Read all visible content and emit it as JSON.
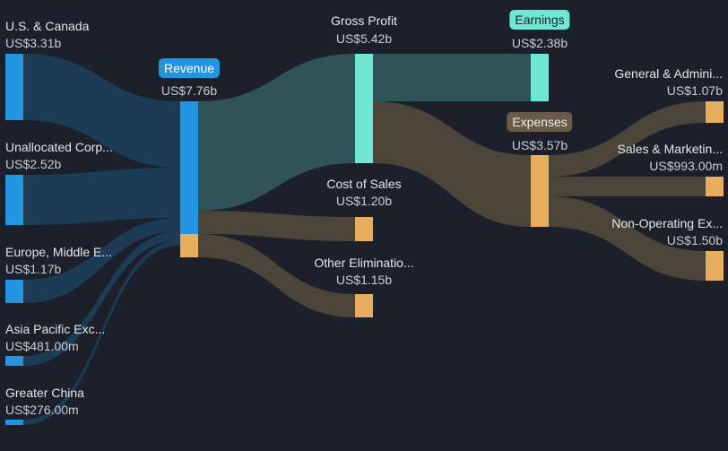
{
  "chart_data": {
    "type": "sankey",
    "currency": "US$",
    "nodes": [
      {
        "id": "us",
        "label": "U.S. & Canada",
        "value_text": "US$3.31b",
        "value": 3.31
      },
      {
        "id": "unalloc",
        "label": "Unallocated Corp...",
        "value_text": "US$2.52b",
        "value": 2.52
      },
      {
        "id": "emea",
        "label": "Europe, Middle E...",
        "value_text": "US$1.17b",
        "value": 1.17
      },
      {
        "id": "apac",
        "label": "Asia Pacific Exc...",
        "value_text": "US$481.00m",
        "value": 0.481
      },
      {
        "id": "china",
        "label": "Greater China",
        "value_text": "US$276.00m",
        "value": 0.276
      },
      {
        "id": "revenue",
        "label": "Revenue",
        "value_text": "US$7.76b",
        "value": 7.76
      },
      {
        "id": "gp",
        "label": "Gross Profit",
        "value_text": "US$5.42b",
        "value": 5.42
      },
      {
        "id": "cos",
        "label": "Cost of Sales",
        "value_text": "US$1.20b",
        "value": 1.2
      },
      {
        "id": "other",
        "label": "Other Eliminatio...",
        "value_text": "US$1.15b",
        "value": 1.15
      },
      {
        "id": "earnings",
        "label": "Earnings",
        "value_text": "US$2.38b",
        "value": 2.38
      },
      {
        "id": "expenses",
        "label": "Expenses",
        "value_text": "US$3.57b",
        "value": 3.57
      },
      {
        "id": "ga",
        "label": "General & Admini...",
        "value_text": "US$1.07b",
        "value": 1.07
      },
      {
        "id": "sm",
        "label": "Sales & Marketin...",
        "value_text": "US$993.00m",
        "value": 0.993
      },
      {
        "id": "nonop",
        "label": "Non-Operating Ex...",
        "value_text": "US$1.50b",
        "value": 1.5
      }
    ],
    "links": [
      {
        "source": "us",
        "target": "revenue",
        "value": 3.31
      },
      {
        "source": "unalloc",
        "target": "revenue",
        "value": 2.52
      },
      {
        "source": "emea",
        "target": "revenue",
        "value": 1.17
      },
      {
        "source": "apac",
        "target": "revenue",
        "value": 0.481
      },
      {
        "source": "china",
        "target": "revenue",
        "value": 0.276
      },
      {
        "source": "revenue",
        "target": "gp",
        "value": 5.42
      },
      {
        "source": "revenue",
        "target": "cos",
        "value": 1.2
      },
      {
        "source": "revenue",
        "target": "other",
        "value": 1.15
      },
      {
        "source": "gp",
        "target": "earnings",
        "value": 2.38
      },
      {
        "source": "gp",
        "target": "expenses",
        "value": 3.57
      },
      {
        "source": "expenses",
        "target": "ga",
        "value": 1.07
      },
      {
        "source": "expenses",
        "target": "sm",
        "value": 0.993
      },
      {
        "source": "expenses",
        "target": "nonop",
        "value": 1.5
      }
    ],
    "colors": {
      "revenue": "#2394df",
      "profit": "#6ee7d3",
      "expense": "#e6ae5e",
      "rev_flow": "#1c3c56",
      "profit_flow": "#2f5356",
      "expense_flow": "#4b4539",
      "background": "#1b202b",
      "expenses_pill": "#6b5a44"
    }
  }
}
